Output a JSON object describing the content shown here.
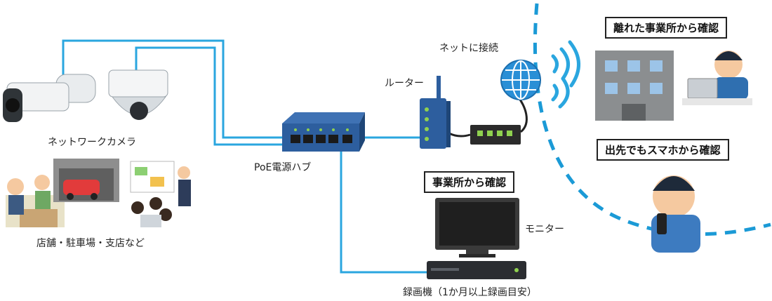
{
  "labels": {
    "camera": "ネットワークカメラ",
    "sites": "店舗・駐車場・支店など",
    "poe": "PoE電源ハブ",
    "router": "ルーター",
    "internet": "ネットに接続",
    "monitor": "モニター",
    "recorder": "録画機（1か月以上録画目安）"
  },
  "callouts": {
    "office": "事業所から確認",
    "remote": "離れた事業所から確認",
    "mobile": "出先でもスマホから確認"
  },
  "colors": {
    "cable": "#2aa6df",
    "device_body": "#2d5e9e",
    "wireless_dash": "#1b9ad6"
  }
}
